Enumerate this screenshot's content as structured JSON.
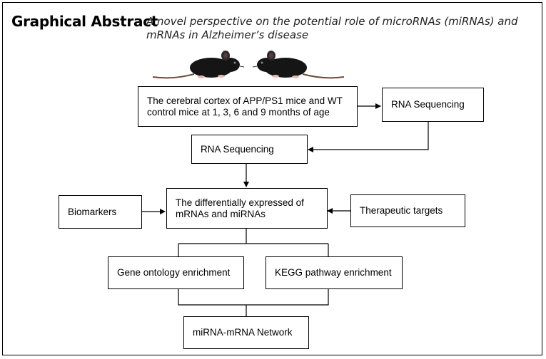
{
  "header": {
    "title": "Graphical Abstract",
    "subtitle": "A novel perspective on the potential role of microRNAs (miRNAs) and mRNAs in Alzheimer’s disease"
  },
  "image": {
    "icon": "mouse-pair-icon",
    "color": "#111111"
  },
  "nodes": {
    "cortex": "The cerebral cortex of APP/PS1 mice and WT control mice at 1, 3, 6 and 9 months of age",
    "rnaseq_right": "RNA Sequencing",
    "rnaseq_left": "RNA Sequencing",
    "deg": "The differentially expressed of mRNAs and miRNAs",
    "biomarkers": "Biomarkers",
    "therapeutic": "Therapeutic targets",
    "go": "Gene ontology enrichment",
    "kegg": "KEGG pathway enrichment",
    "network": "miRNA-mRNA Network"
  }
}
